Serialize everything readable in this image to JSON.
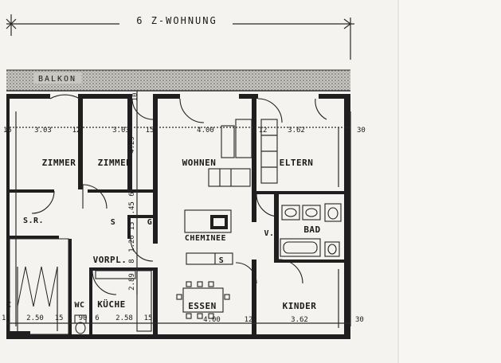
{
  "plan": {
    "title": "6 Z-WOHNUNG",
    "balcony": "BALKON",
    "rooms": {
      "zimmer1": "ZIMMER",
      "zimmer2": "ZIMMER",
      "wohnen": "WOHNEN",
      "eltern": "ELTERN",
      "sr": "S.R.",
      "cheminee": "CHEMINEE",
      "bad": "BAD",
      "vorpl": "VORPL.",
      "wc": "WC",
      "kueche": "KÜCHE",
      "essen": "ESSEN",
      "kinder": "KINDER",
      "v": "V.",
      "s1": "S",
      "g": "G",
      "s2": "S",
      "c": "C"
    },
    "dimensions": {
      "top_15a": "15",
      "top_303a": "3.03",
      "top_12a": "12",
      "top_303b": "3.03",
      "top_15b": "15",
      "top_400": "4.00",
      "top_12b": "12",
      "top_362": "3.62",
      "top_30": "30",
      "v_10": "10",
      "v_429": "4.29",
      "v_6": "6",
      "v_145": "1.45",
      "v_15": "15",
      "v_120": "1.20",
      "v_8": "8",
      "v_289": "2.89",
      "bot_15a": "15",
      "bot_250": "2.50",
      "bot_15b": "15",
      "bot_90": "90",
      "bot_6": "6",
      "bot_258": "2.58",
      "bot_15c": "15",
      "bot_400": "4.00",
      "bot_12": "12",
      "bot_362": "3.62",
      "bot_30": "30"
    }
  }
}
